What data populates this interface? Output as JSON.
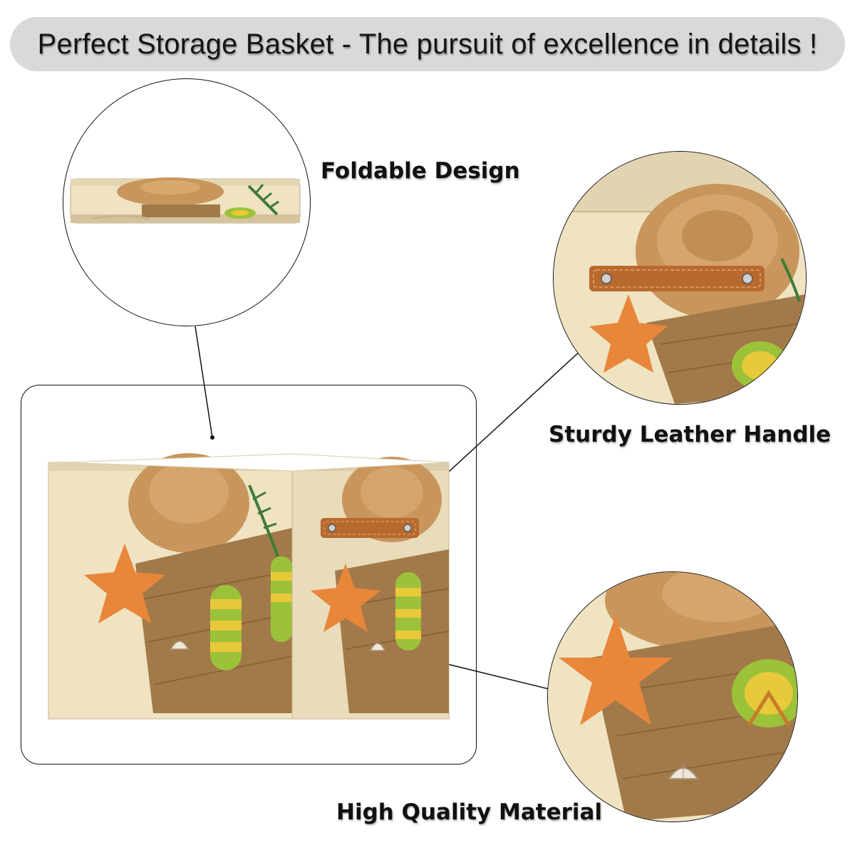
{
  "banner": {
    "title": "Perfect Storage Basket - The pursuit of excellence in details !"
  },
  "features": {
    "foldable": {
      "label": "Foldable Design",
      "icon": "folded-basket-icon"
    },
    "handle": {
      "label": "Sturdy Leather Handle",
      "icon": "leather-handle-icon"
    },
    "material": {
      "label": "High Quality Material",
      "icon": "fabric-print-icon"
    }
  },
  "product": {
    "icon": "storage-basket-image",
    "print_theme": "beach-straw-hat-starfish-flip-flops"
  },
  "colors": {
    "banner_bg": "#d9d9d9",
    "sand": "#efe3c2",
    "straw": "#c8965c",
    "starfish": "#e8863a",
    "wood": "#a27a4a",
    "flipflop_green": "#9cc23a",
    "flipflop_yellow": "#e7c93a",
    "leather": "#b8692e"
  }
}
